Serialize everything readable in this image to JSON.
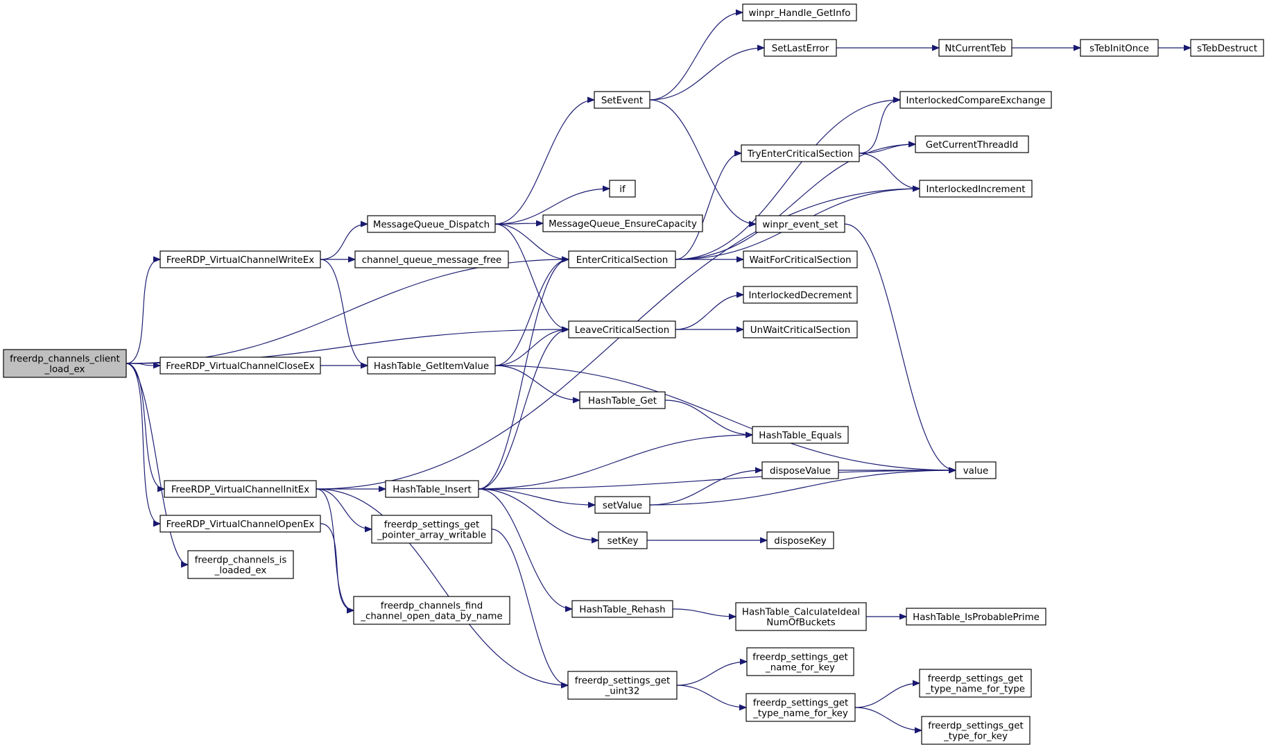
{
  "nodes": [
    {
      "id": "root",
      "lines": [
        "freerdp_channels_client",
        "_load_ex"
      ],
      "root": true
    },
    {
      "id": "writeex",
      "lines": [
        "FreeRDP_VirtualChannelWriteEx"
      ]
    },
    {
      "id": "closeex",
      "lines": [
        "FreeRDP_VirtualChannelCloseEx"
      ]
    },
    {
      "id": "initex",
      "lines": [
        "FreeRDP_VirtualChannelInitEx"
      ]
    },
    {
      "id": "openex",
      "lines": [
        "FreeRDP_VirtualChannelOpenEx"
      ]
    },
    {
      "id": "isloaded",
      "lines": [
        "freerdp_channels_is",
        "_loaded_ex"
      ]
    },
    {
      "id": "mqdispatch",
      "lines": [
        "MessageQueue_Dispatch"
      ]
    },
    {
      "id": "cqfree",
      "lines": [
        "channel_queue_message_free"
      ]
    },
    {
      "id": "htgetitem",
      "lines": [
        "HashTable_GetItemValue"
      ]
    },
    {
      "id": "htinsert",
      "lines": [
        "HashTable_Insert"
      ]
    },
    {
      "id": "fsgetptr",
      "lines": [
        "freerdp_settings_get",
        "_pointer_array_writable"
      ]
    },
    {
      "id": "fcfind",
      "lines": [
        "freerdp_channels_find",
        "_channel_open_data_by_name"
      ]
    },
    {
      "id": "setevent",
      "lines": [
        "SetEvent"
      ]
    },
    {
      "id": "if",
      "lines": [
        "if"
      ]
    },
    {
      "id": "mqensure",
      "lines": [
        "MessageQueue_EnsureCapacity"
      ]
    },
    {
      "id": "entercs",
      "lines": [
        "EnterCriticalSection"
      ]
    },
    {
      "id": "leavecs",
      "lines": [
        "LeaveCriticalSection"
      ]
    },
    {
      "id": "htget",
      "lines": [
        "HashTable_Get"
      ]
    },
    {
      "id": "setvalue",
      "lines": [
        "setValue"
      ]
    },
    {
      "id": "setkey",
      "lines": [
        "setKey"
      ]
    },
    {
      "id": "htrehash",
      "lines": [
        "HashTable_Rehash"
      ]
    },
    {
      "id": "fsuint32",
      "lines": [
        "freerdp_settings_get",
        "_uint32"
      ]
    },
    {
      "id": "winprhandle",
      "lines": [
        "winpr_Handle_GetInfo"
      ]
    },
    {
      "id": "setlasterror",
      "lines": [
        "SetLastError"
      ]
    },
    {
      "id": "tryentercs",
      "lines": [
        "TryEnterCriticalSection"
      ]
    },
    {
      "id": "winpreventset",
      "lines": [
        "winpr_event_set"
      ]
    },
    {
      "id": "waitcs",
      "lines": [
        "WaitForCriticalSection"
      ]
    },
    {
      "id": "ildec",
      "lines": [
        "InterlockedDecrement"
      ]
    },
    {
      "id": "unwaitcs",
      "lines": [
        "UnWaitCriticalSection"
      ]
    },
    {
      "id": "htequals",
      "lines": [
        "HashTable_Equals"
      ]
    },
    {
      "id": "disposevalue",
      "lines": [
        "disposeValue"
      ]
    },
    {
      "id": "disposekey",
      "lines": [
        "disposeKey"
      ]
    },
    {
      "id": "htcalc",
      "lines": [
        "HashTable_CalculateIdeal",
        "NumOfBuckets"
      ]
    },
    {
      "id": "fsname",
      "lines": [
        "freerdp_settings_get",
        "_name_for_key"
      ]
    },
    {
      "id": "fstypename",
      "lines": [
        "freerdp_settings_get",
        "_type_name_for_key"
      ]
    },
    {
      "id": "ntcurrentteb",
      "lines": [
        "NtCurrentTeb"
      ]
    },
    {
      "id": "ilcmpx",
      "lines": [
        "InterlockedCompareExchange"
      ]
    },
    {
      "id": "getthreadid",
      "lines": [
        "GetCurrentThreadId"
      ]
    },
    {
      "id": "ilinc",
      "lines": [
        "InterlockedIncrement"
      ]
    },
    {
      "id": "value",
      "lines": [
        "value"
      ]
    },
    {
      "id": "htisprime",
      "lines": [
        "HashTable_IsProbablePrime"
      ]
    },
    {
      "id": "fstypenametype",
      "lines": [
        "freerdp_settings_get",
        "_type_name_for_type"
      ]
    },
    {
      "id": "fstypeforkey",
      "lines": [
        "freerdp_settings_get",
        "_type_for_key"
      ]
    },
    {
      "id": "stebinit",
      "lines": [
        "sTebInitOnce"
      ]
    },
    {
      "id": "stebdestruct",
      "lines": [
        "sTebDestruct"
      ]
    }
  ],
  "edges": [
    [
      "root",
      "writeex"
    ],
    [
      "root",
      "entercs"
    ],
    [
      "root",
      "leavecs"
    ],
    [
      "root",
      "closeex"
    ],
    [
      "root",
      "initex"
    ],
    [
      "root",
      "openex"
    ],
    [
      "root",
      "isloaded"
    ],
    [
      "writeex",
      "mqdispatch"
    ],
    [
      "writeex",
      "cqfree"
    ],
    [
      "writeex",
      "htgetitem"
    ],
    [
      "closeex",
      "htgetitem"
    ],
    [
      "initex",
      "htinsert"
    ],
    [
      "initex",
      "fsgetptr"
    ],
    [
      "initex",
      "fcfind"
    ],
    [
      "initex",
      "fsuint32"
    ],
    [
      "initex",
      "ilinc"
    ],
    [
      "openex",
      "fcfind"
    ],
    [
      "mqdispatch",
      "setevent"
    ],
    [
      "mqdispatch",
      "if"
    ],
    [
      "mqdispatch",
      "mqensure"
    ],
    [
      "mqdispatch",
      "entercs"
    ],
    [
      "mqdispatch",
      "leavecs"
    ],
    [
      "htgetitem",
      "entercs"
    ],
    [
      "htgetitem",
      "leavecs"
    ],
    [
      "htgetitem",
      "htget"
    ],
    [
      "htgetitem",
      "value"
    ],
    [
      "htinsert",
      "entercs"
    ],
    [
      "htinsert",
      "leavecs"
    ],
    [
      "htinsert",
      "htequals"
    ],
    [
      "htinsert",
      "setvalue"
    ],
    [
      "htinsert",
      "setkey"
    ],
    [
      "htinsert",
      "htrehash"
    ],
    [
      "htinsert",
      "value"
    ],
    [
      "fsgetptr",
      "fsuint32"
    ],
    [
      "setevent",
      "winprhandle"
    ],
    [
      "setevent",
      "setlasterror"
    ],
    [
      "setevent",
      "winpreventset"
    ],
    [
      "entercs",
      "ilcmpx"
    ],
    [
      "entercs",
      "getthreadid"
    ],
    [
      "entercs",
      "ilinc"
    ],
    [
      "entercs",
      "tryentercs"
    ],
    [
      "entercs",
      "waitcs"
    ],
    [
      "leavecs",
      "ildec"
    ],
    [
      "leavecs",
      "unwaitcs"
    ],
    [
      "htget",
      "htequals"
    ],
    [
      "setvalue",
      "disposevalue"
    ],
    [
      "setvalue",
      "value"
    ],
    [
      "disposevalue",
      "value"
    ],
    [
      "setkey",
      "disposekey"
    ],
    [
      "htrehash",
      "htcalc"
    ],
    [
      "htcalc",
      "htisprime"
    ],
    [
      "fsuint32",
      "fsname"
    ],
    [
      "fsuint32",
      "fstypename"
    ],
    [
      "fstypename",
      "fstypenametype"
    ],
    [
      "fstypename",
      "fstypeforkey"
    ],
    [
      "setlasterror",
      "ntcurrentteb"
    ],
    [
      "ntcurrentteb",
      "stebinit"
    ],
    [
      "stebinit",
      "stebdestruct"
    ],
    [
      "tryentercs",
      "ilcmpx"
    ],
    [
      "tryentercs",
      "getthreadid"
    ],
    [
      "tryentercs",
      "ilinc"
    ],
    [
      "winpreventset",
      "value"
    ]
  ]
}
